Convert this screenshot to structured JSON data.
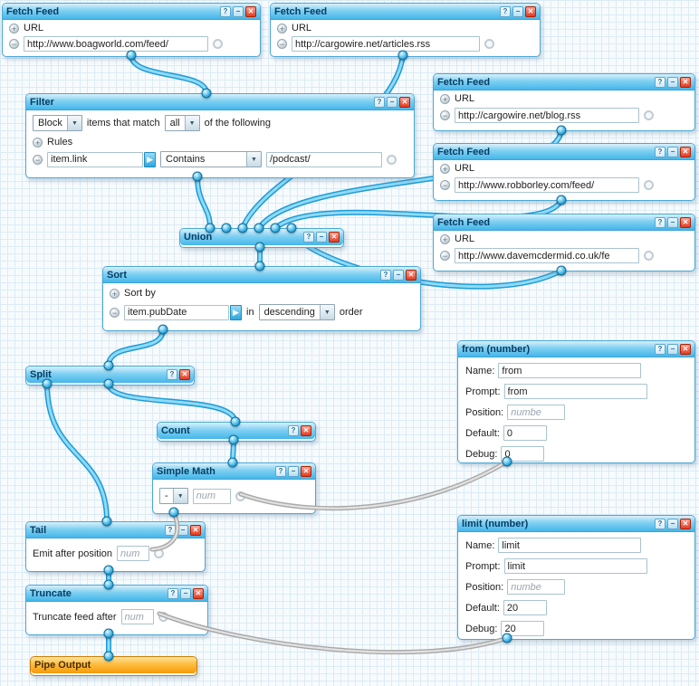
{
  "ui": {
    "help": "?",
    "collapse": "−",
    "close": "✕",
    "dropdown_arrow": "▼",
    "field_arrow": "▶",
    "add": "+",
    "remove": "−"
  },
  "modules": {
    "fetch1": {
      "title": "Fetch Feed",
      "url_label": "URL",
      "url": "http://www.boagworld.com/feed/"
    },
    "fetch2": {
      "title": "Fetch Feed",
      "url_label": "URL",
      "url": "http://cargowire.net/articles.rss"
    },
    "fetch3": {
      "title": "Fetch Feed",
      "url_label": "URL",
      "url": "http://cargowire.net/blog.rss"
    },
    "fetch4": {
      "title": "Fetch Feed",
      "url_label": "URL",
      "url": "http://www.robborley.com/feed/"
    },
    "fetch5": {
      "title": "Fetch Feed",
      "url_label": "URL",
      "url": "http://www.davemcdermid.co.uk/fe"
    },
    "filter": {
      "title": "Filter",
      "mode": "Block",
      "text_match": "items that match",
      "match_mode": "all",
      "text_following": "of the following",
      "rules_label": "Rules",
      "rule_field": "item.link",
      "rule_op": "Contains",
      "rule_value": "/podcast/"
    },
    "union": {
      "title": "Union"
    },
    "sort": {
      "title": "Sort",
      "sort_by_label": "Sort by",
      "field": "item.pubDate",
      "in_label": "in",
      "order": "descending",
      "order_label": "order"
    },
    "split": {
      "title": "Split"
    },
    "count": {
      "title": "Count"
    },
    "simple_math": {
      "title": "Simple Math",
      "operator": "-",
      "operand_placeholder": "num"
    },
    "from_number": {
      "title": "from (number)",
      "name_label": "Name:",
      "name": "from",
      "prompt_label": "Prompt:",
      "prompt": "from",
      "position_label": "Position:",
      "position_placeholder": "numbe",
      "default_label": "Default:",
      "default": "0",
      "debug_label": "Debug:",
      "debug": "0"
    },
    "tail": {
      "title": "Tail",
      "label": "Emit after position",
      "value_placeholder": "num"
    },
    "limit_number": {
      "title": "limit (number)",
      "name_label": "Name:",
      "name": "limit",
      "prompt_label": "Prompt:",
      "prompt": "limit",
      "position_label": "Position:",
      "position_placeholder": "numbe",
      "default_label": "Default:",
      "default": "20",
      "debug_label": "Debug:",
      "debug": "20"
    },
    "truncate": {
      "title": "Truncate",
      "label": "Truncate feed after",
      "value_placeholder": "num"
    },
    "pipe_output": {
      "title": "Pipe Output"
    }
  }
}
